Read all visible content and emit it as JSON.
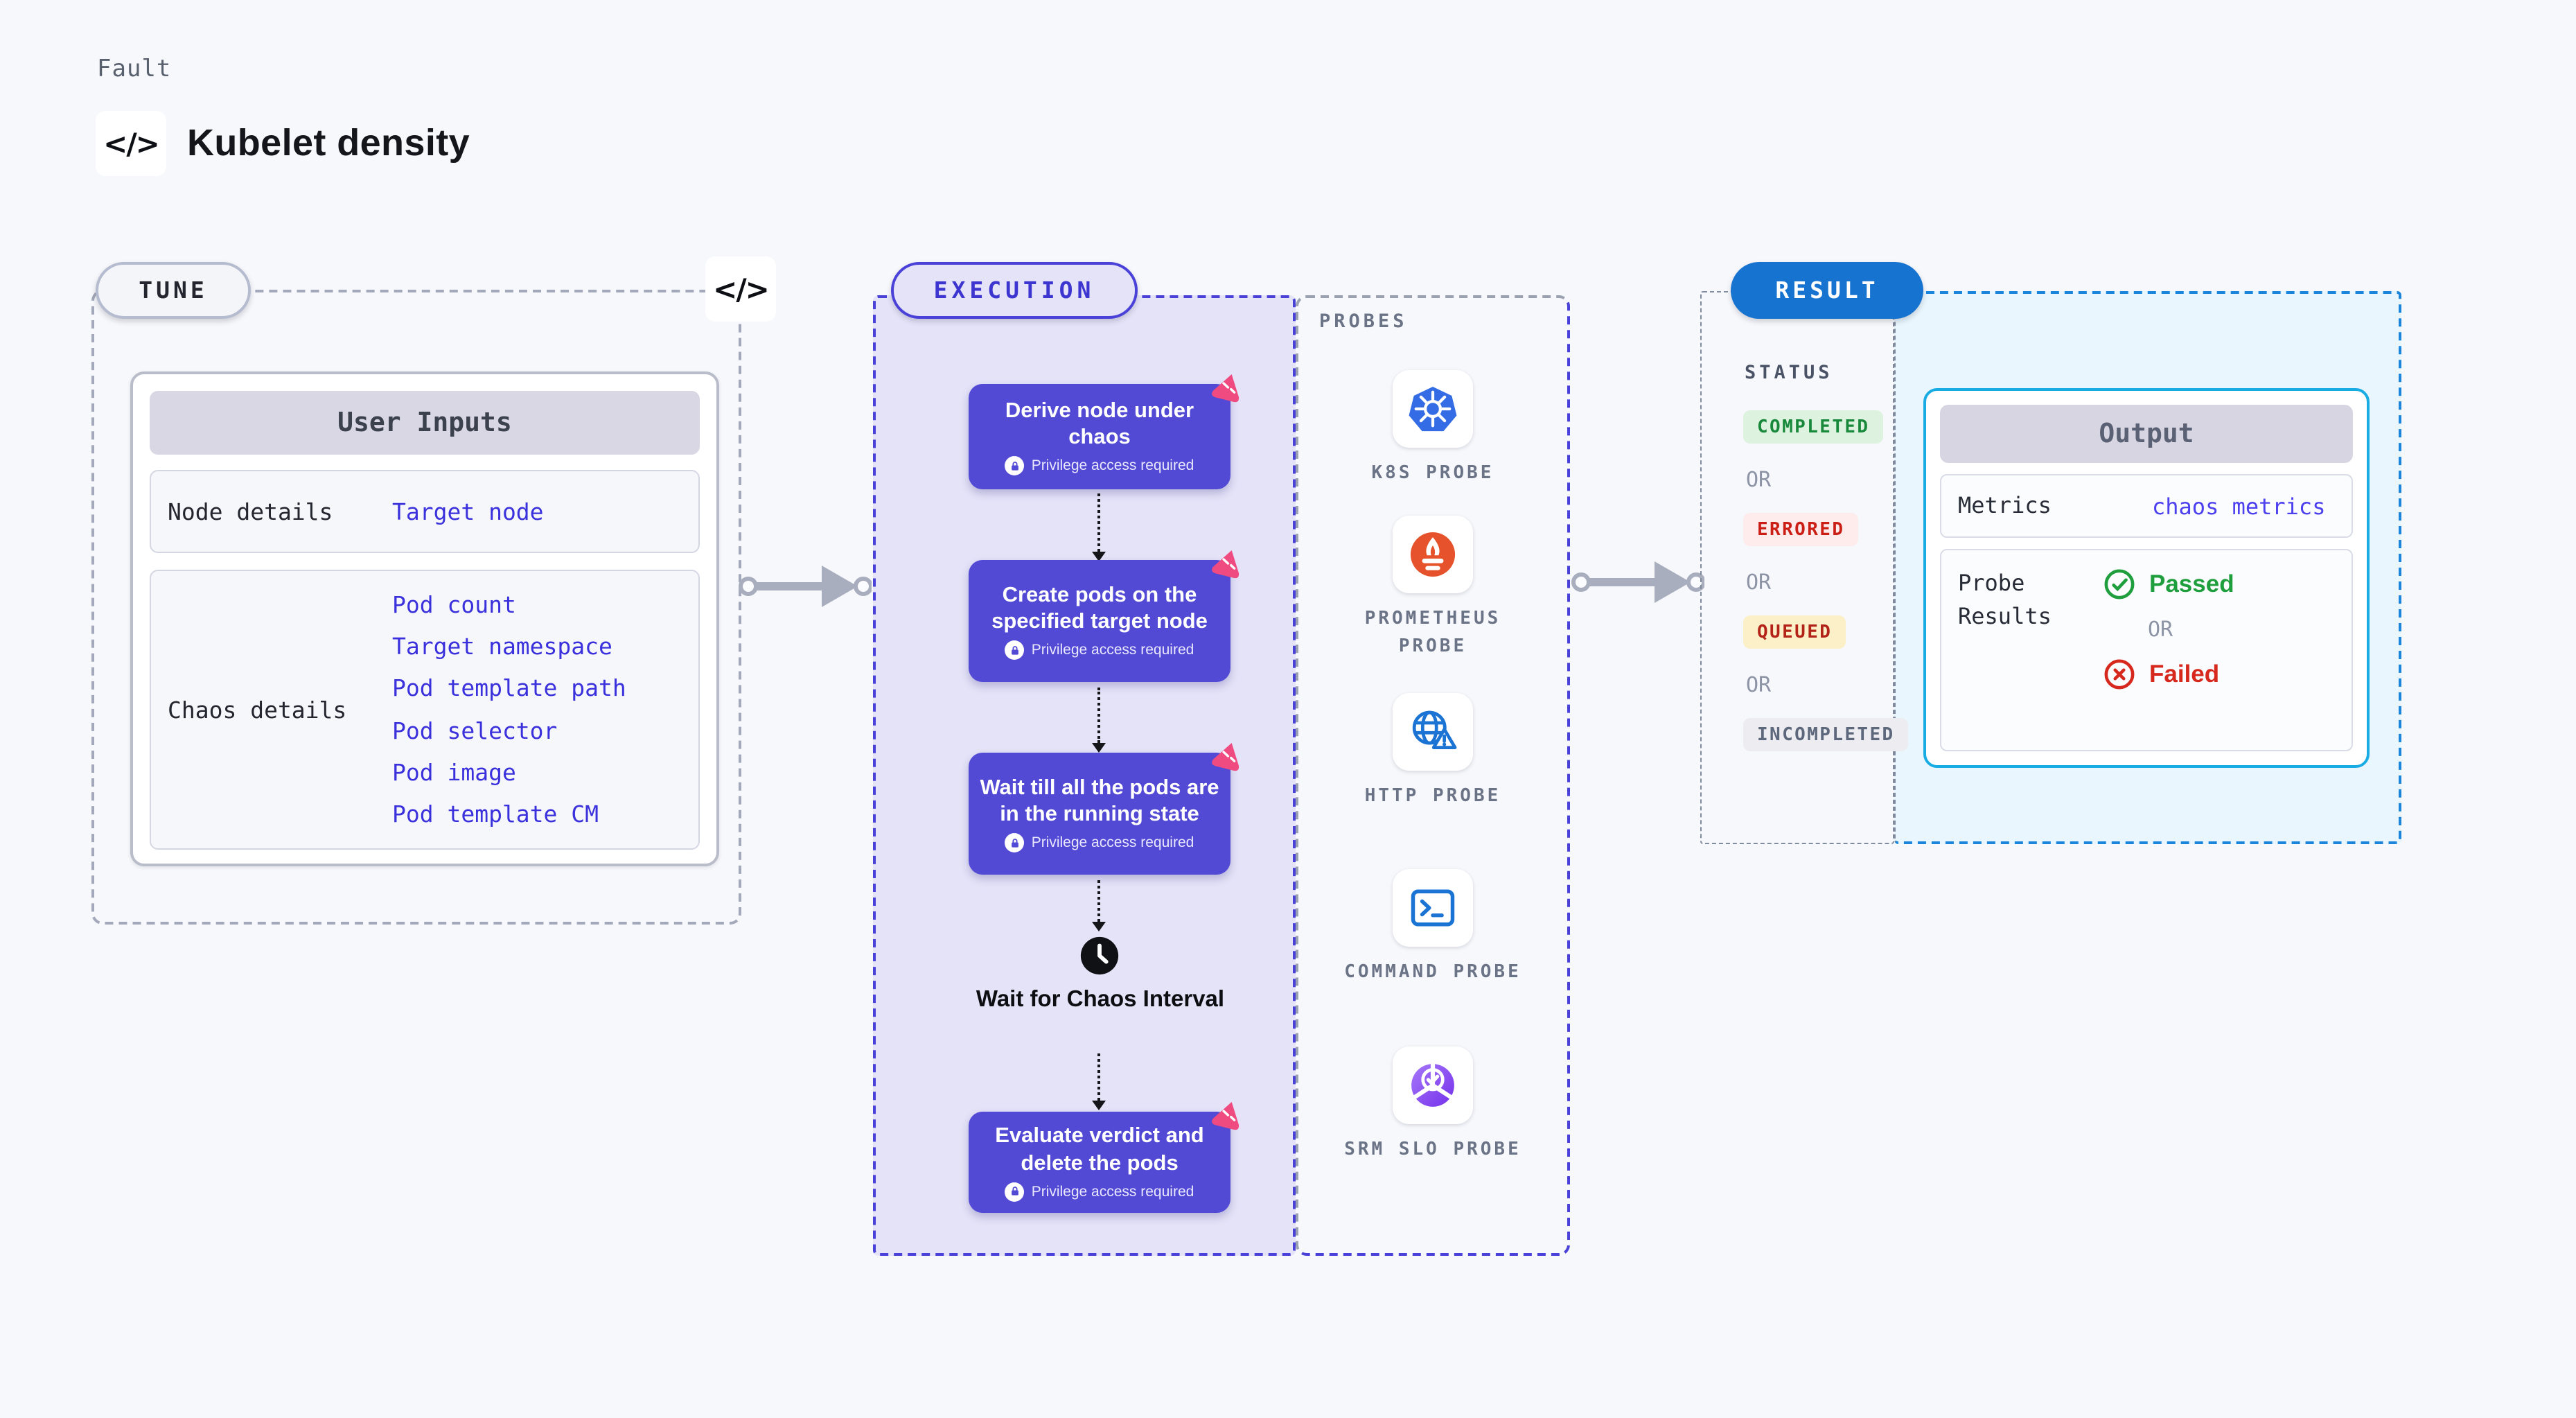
{
  "header": {
    "eyebrow": "Fault",
    "title": "Kubelet density",
    "code_icon": "</>"
  },
  "tune": {
    "label": "TUNE",
    "table": {
      "title": "User Inputs",
      "rows": [
        {
          "label": "Node details",
          "values": [
            "Target node"
          ]
        },
        {
          "label": "Chaos details",
          "values": [
            "Pod count",
            "Target namespace",
            "Pod template path",
            "Pod selector",
            "Pod image",
            "Pod template CM"
          ]
        }
      ]
    }
  },
  "execution": {
    "label": "EXECUTION",
    "steps": [
      {
        "title": "Derive node under chaos",
        "badge": "Privilege access required"
      },
      {
        "title": "Create pods on the specified target node",
        "badge": "Privilege access required"
      },
      {
        "title": "Wait till all the pods are in the running state",
        "badge": "Privilege access required"
      },
      {
        "title": "Evaluate verdict and delete the pods",
        "badge": "Privilege access required"
      }
    ],
    "wait_label": "Wait for Chaos Interval"
  },
  "probes": {
    "label": "PROBES",
    "items": [
      {
        "name": "K8S PROBE",
        "icon": "kubernetes-icon"
      },
      {
        "name": "PROMETHEUS PROBE",
        "icon": "prometheus-flame-icon"
      },
      {
        "name": "HTTP PROBE",
        "icon": "globe-warning-icon"
      },
      {
        "name": "COMMAND PROBE",
        "icon": "terminal-icon"
      },
      {
        "name": "SRM SLO PROBE",
        "icon": "slo-donut-check-icon"
      }
    ]
  },
  "result": {
    "label": "RESULT",
    "status": {
      "heading": "STATUS",
      "sequence": [
        "COMPLETED",
        "OR",
        "ERRORED",
        "OR",
        "QUEUED",
        "OR",
        "INCOMPLETED"
      ]
    },
    "output": {
      "title": "Output",
      "metrics_label": "Metrics",
      "metrics_value": "chaos metrics",
      "probe_results_label": "Probe Results",
      "passed": "Passed",
      "or": "OR",
      "failed": "Failed"
    }
  },
  "colors": {
    "step_purple": "#5249d5",
    "execution_fill": "#e4e3f8",
    "execution_border": "#4a42d8",
    "link_blue": "#3a31dd",
    "result_blue": "#1773d0",
    "output_border_cyan": "#18abe4",
    "passed_green": "#1f9e3d",
    "failed_red": "#d6281c",
    "chaos_pink": "#ef4b81",
    "completed_badge": "#18893a",
    "errored_badge": "#cb1f16",
    "queued_badge": "#b32318",
    "incompleted_badge": "#5d687c"
  }
}
